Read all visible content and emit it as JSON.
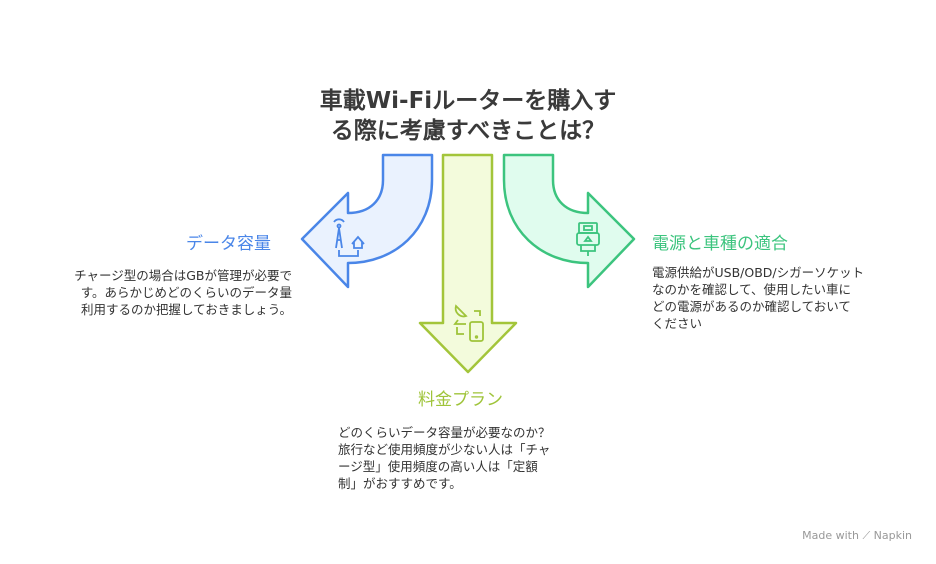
{
  "title_line1": "車載Wi-Fiルーターを購入す",
  "title_line2": "る際に考慮すべきことは？",
  "items": [
    {
      "label": "データ容量",
      "desc": [
        "チャージ型の場合はGBが管理が必要で",
        "す。あらかじめどのくらいのデータ量",
        "利用するのか把握しておきましょう。"
      ],
      "icon": "cell-tower-home-icon",
      "color": "#4a86e8"
    },
    {
      "label": "料金プラン",
      "desc": [
        "どのくらいデータ容量が必要なのか？",
        "旅行など使用頻度が少ない人は「チャ",
        "ージ型」使用頻度の高い人は「定額",
        "制」がおすすめです。"
      ],
      "icon": "satellite-phone-icon",
      "color": "#9fc43a"
    },
    {
      "label": "電源と車種の適合",
      "desc": [
        "電源供給がUSB/OBD/シガーソケット",
        "なのかを確認して、使用したい車に",
        "どの電源があるのか確認しておいて",
        "ください"
      ],
      "icon": "usb-plug-icon",
      "color": "#3cc47e"
    }
  ],
  "watermark": "Made with ⟋ Napkin"
}
